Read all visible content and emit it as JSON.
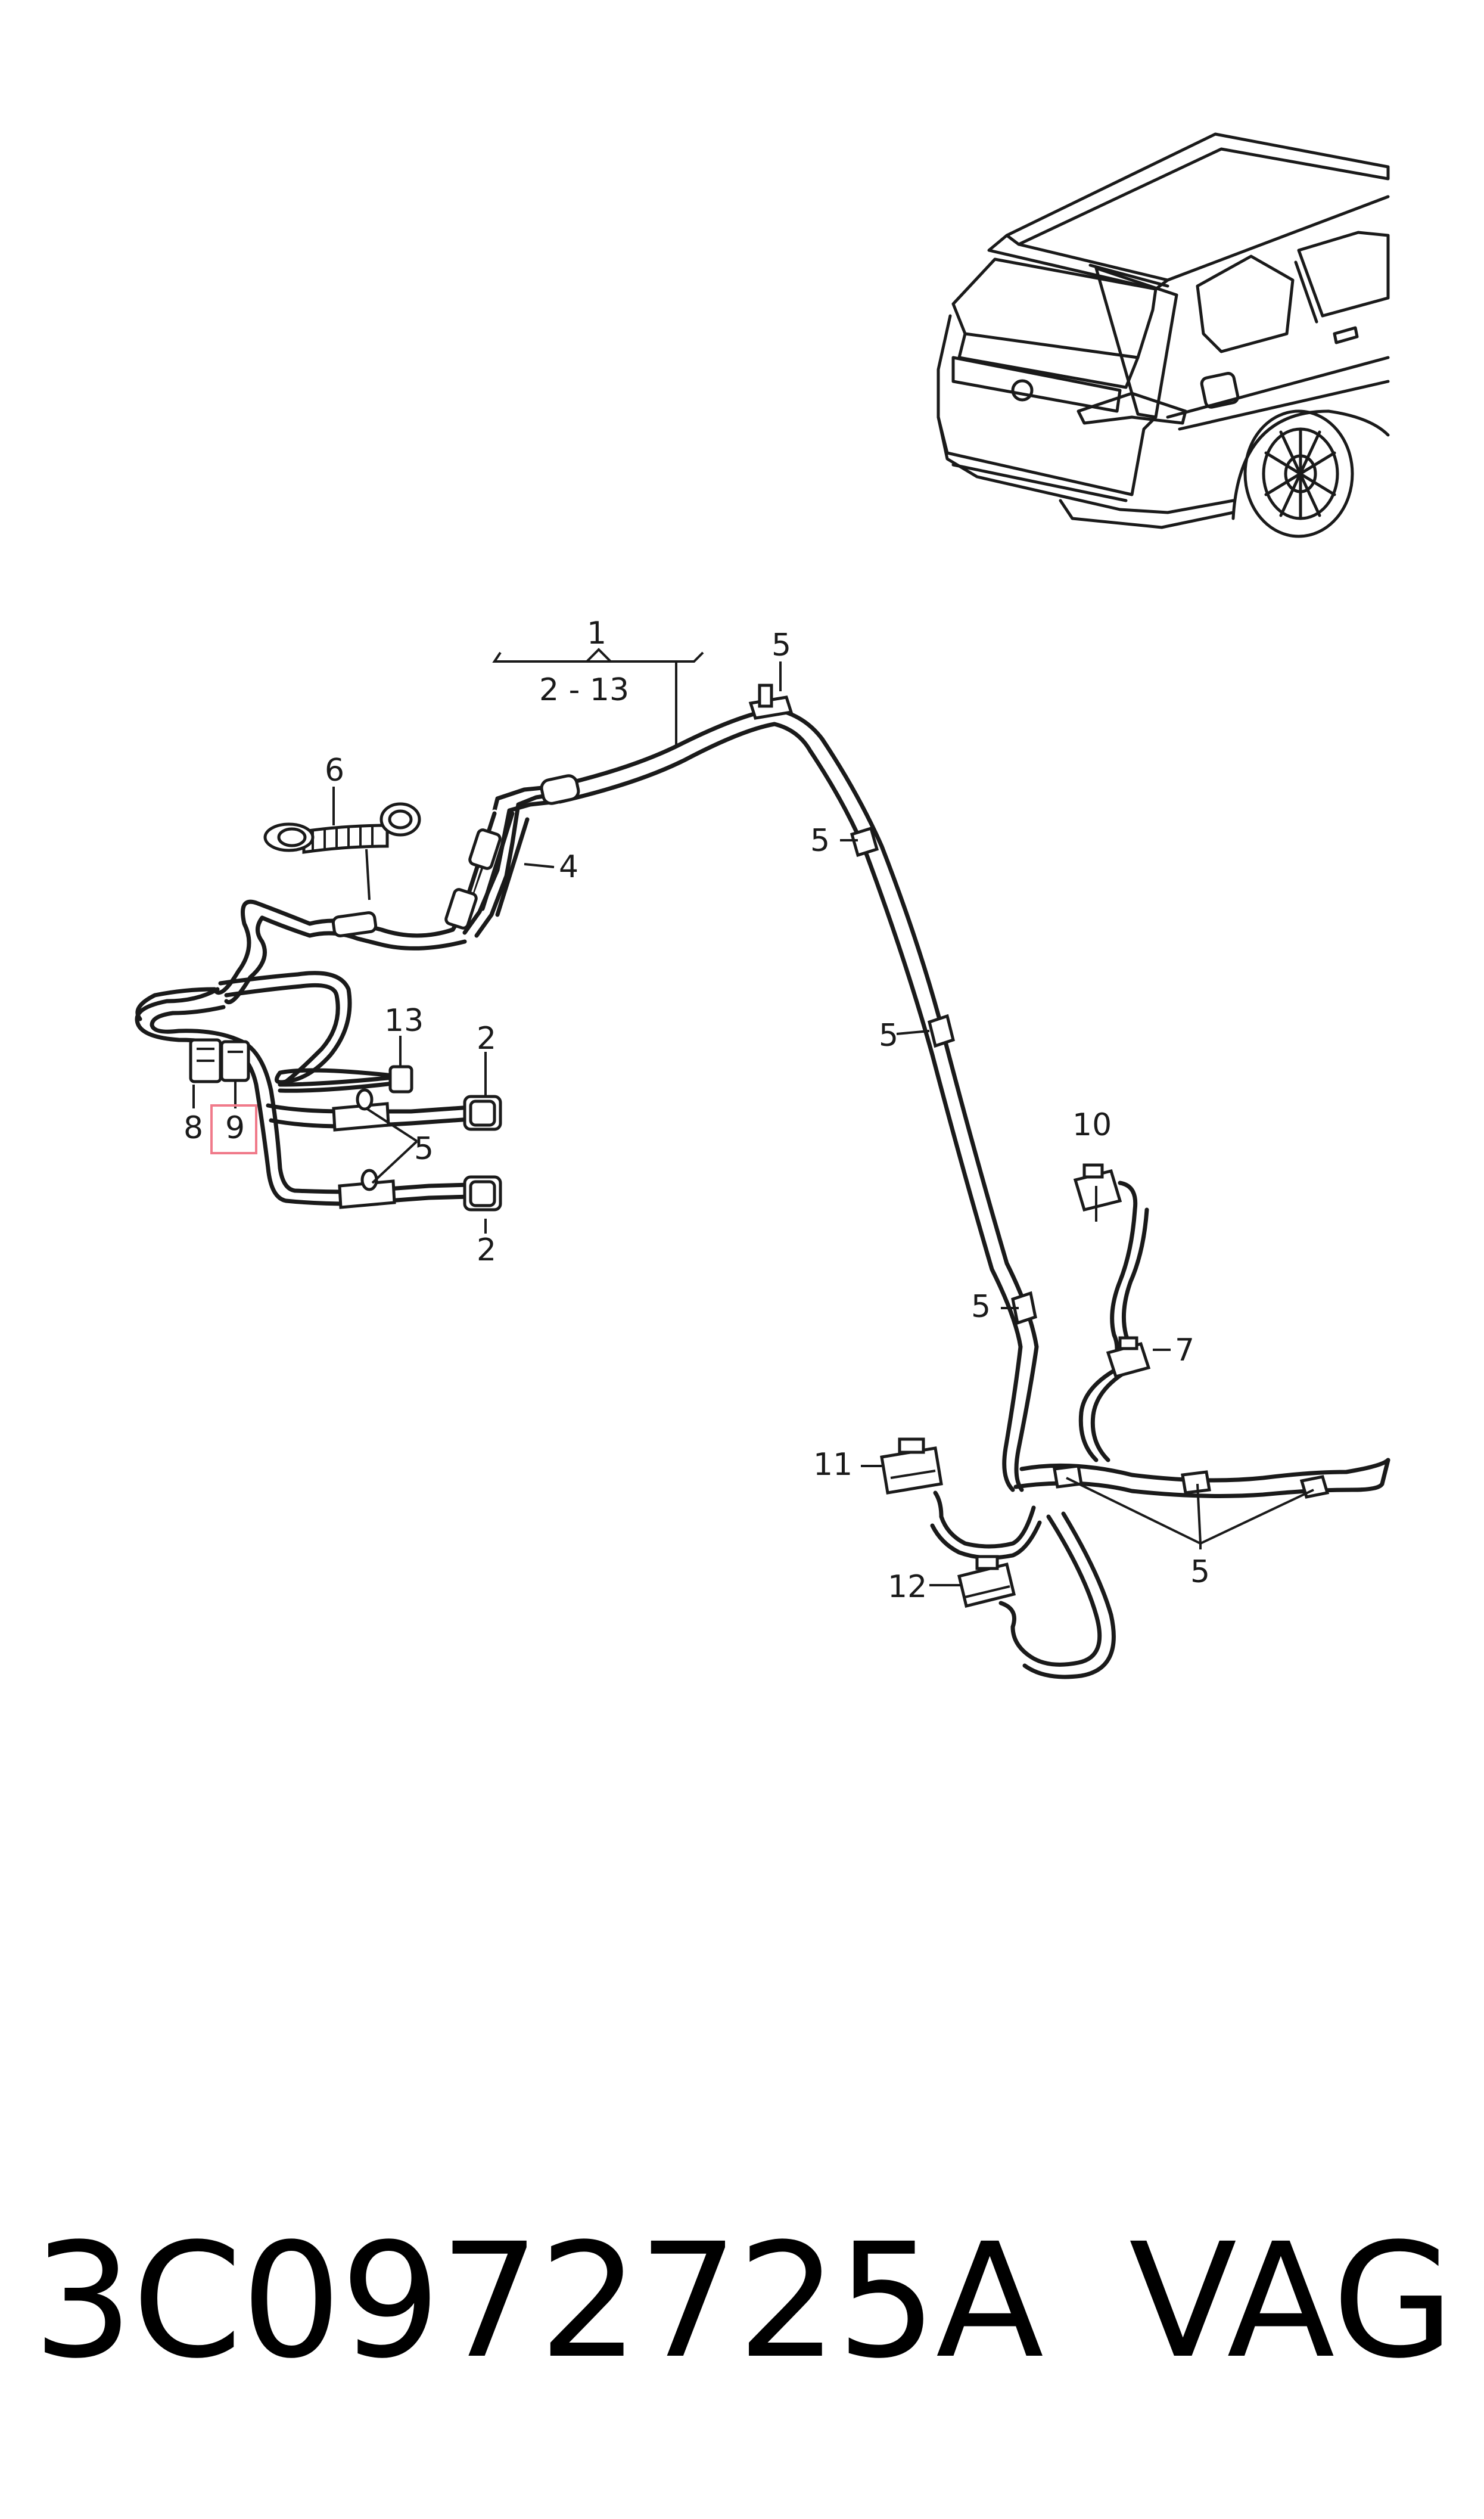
{
  "diagram": {
    "callouts": {
      "c1": "1",
      "c1_range": "2 - 13",
      "c2a": "2",
      "c2b": "2",
      "c4": "4",
      "c5_top": "5",
      "c5_a": "5",
      "c5_b": "5",
      "c5_c": "5",
      "c5_left": "5",
      "c5_bottom": "5",
      "c6": "6",
      "c7": "7",
      "c8": "8",
      "c9": "9",
      "c10": "10",
      "c11": "11",
      "c12": "12",
      "c13": "13"
    },
    "highlight_color": "#f07a8a"
  },
  "footer": {
    "part_number": "3C0972725A",
    "brand": "VAG"
  }
}
